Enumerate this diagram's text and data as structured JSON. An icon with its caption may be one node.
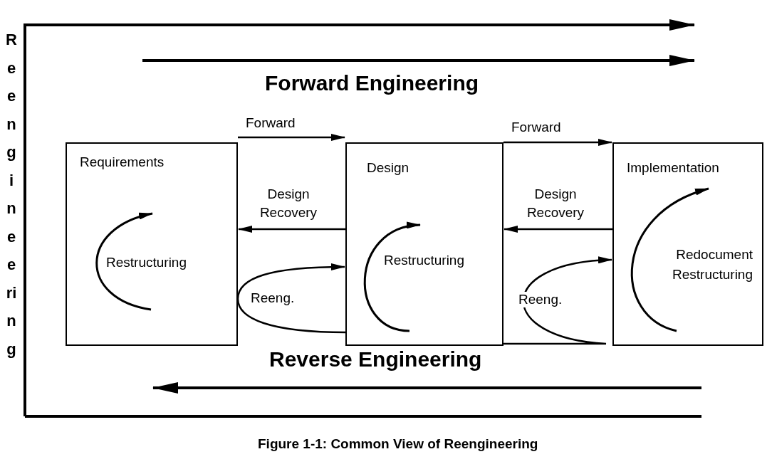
{
  "diagram": {
    "caption": "Figure 1-1: Common View of Reengineering",
    "nodes": [
      {
        "text": [
          "Requirements",
          "Restructuring"
        ]
      },
      {
        "text": [
          "Design",
          "Restructuring"
        ]
      },
      {
        "text": [
          "Implementation",
          "Redocument Restructuring"
        ]
      }
    ],
    "edges": [
      {
        "from": 0,
        "to": 1,
        "arrow": "to",
        "label": "Forward"
      },
      {
        "from": 1,
        "to": 0,
        "arrow": "to",
        "label": "Design Recovery"
      },
      {
        "from": 1,
        "to": 2,
        "arrow": "to",
        "label": "Forward"
      },
      {
        "from": 2,
        "to": 1,
        "arrow": "to",
        "label": "Design Recovery"
      },
      {
        "from": 0,
        "to": 1,
        "arrow": "to",
        "label": "Reeng."
      },
      {
        "from": 1,
        "to": 2,
        "arrow": "to",
        "label": "Reeng."
      }
    ],
    "labels": [
      "Reengineering",
      "Forward Engineering",
      "Reverse Engineering"
    ]
  }
}
